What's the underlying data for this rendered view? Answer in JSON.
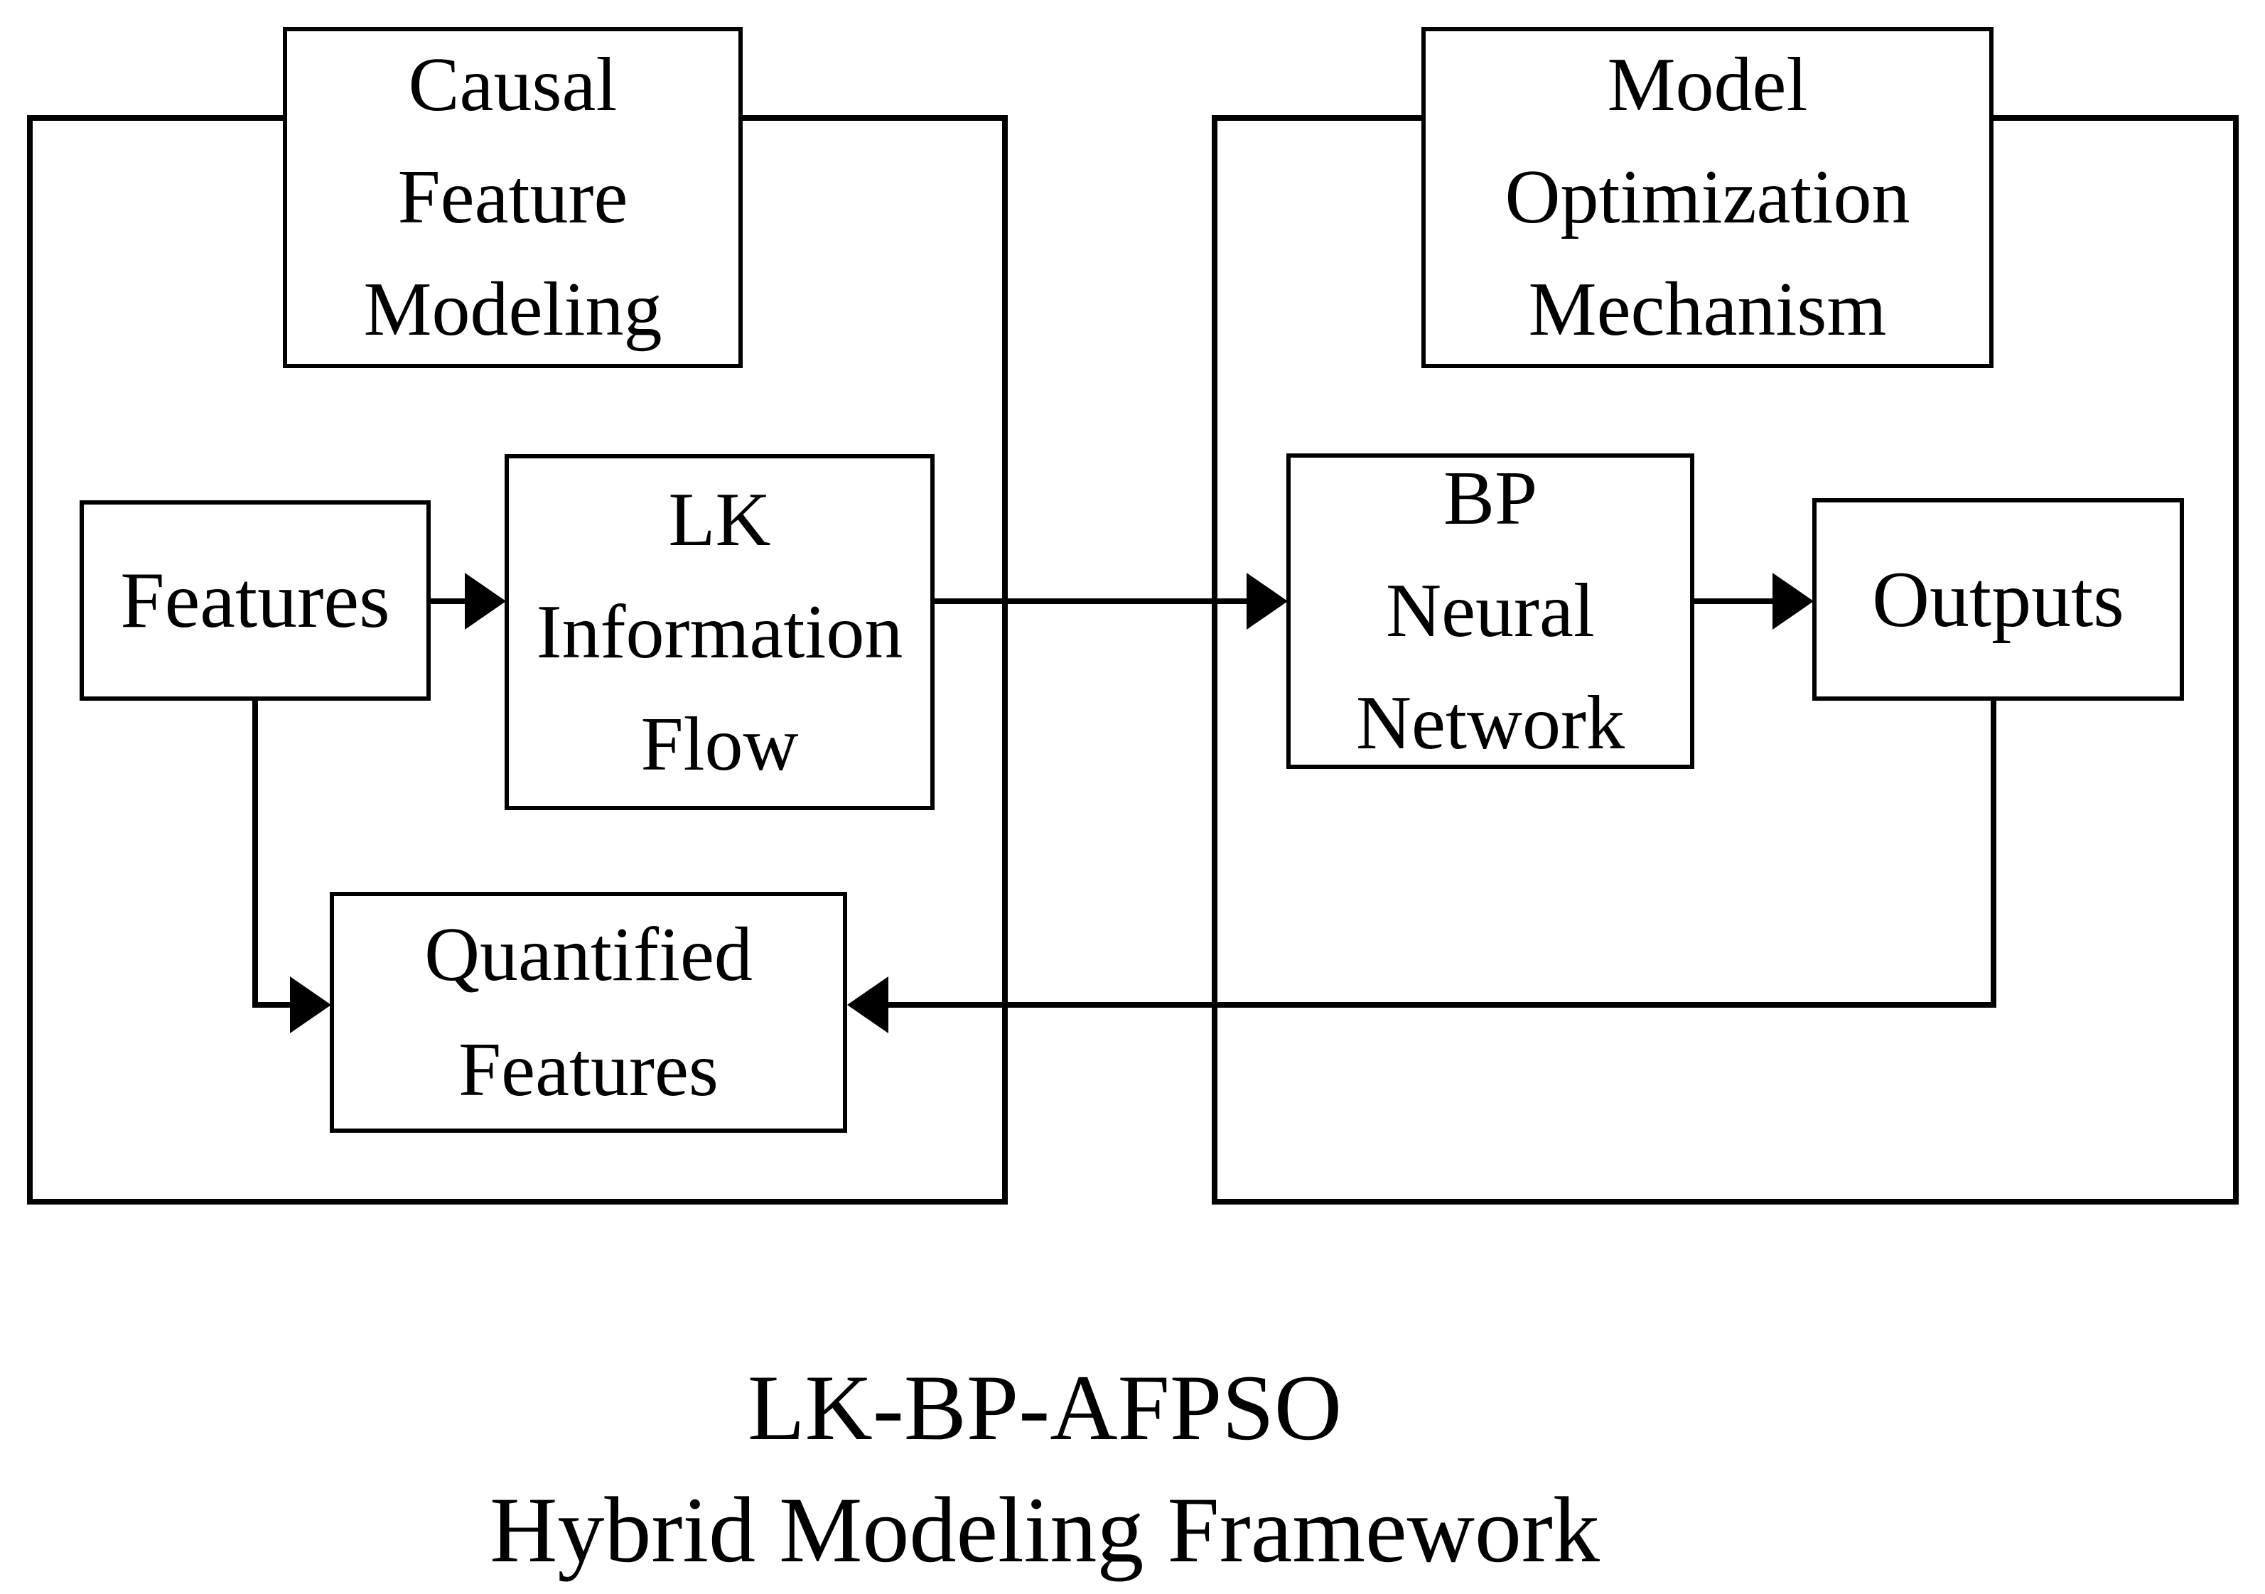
{
  "diagram": {
    "containers": {
      "left": {
        "title_lines": [
          "Causal",
          "Feature",
          "Modeling"
        ]
      },
      "right": {
        "title_lines": [
          "Model",
          "Optimization",
          "Mechanism"
        ]
      }
    },
    "nodes": {
      "features": {
        "label": "Features"
      },
      "lk": {
        "lines": [
          "LK",
          "Information",
          "Flow"
        ]
      },
      "bp": {
        "lines": [
          "BP",
          "Neural",
          "Network"
        ]
      },
      "outputs": {
        "label": "Outputs"
      },
      "quantified": {
        "lines": [
          "Quantified",
          "Features"
        ]
      }
    },
    "edges": [
      {
        "from": "Features",
        "to": "LK Information Flow"
      },
      {
        "from": "LK Information Flow",
        "to": "BP Neural Network"
      },
      {
        "from": "BP Neural Network",
        "to": "Outputs"
      },
      {
        "from": "Features",
        "to": "Quantified Features"
      },
      {
        "from": "Outputs",
        "to": "Quantified Features"
      }
    ],
    "caption_lines": [
      "LK-BP-AFPSO",
      "Hybrid Modeling Framework"
    ],
    "colors": {
      "line": "#000000",
      "background": "#ffffff",
      "text": "#000000"
    }
  }
}
